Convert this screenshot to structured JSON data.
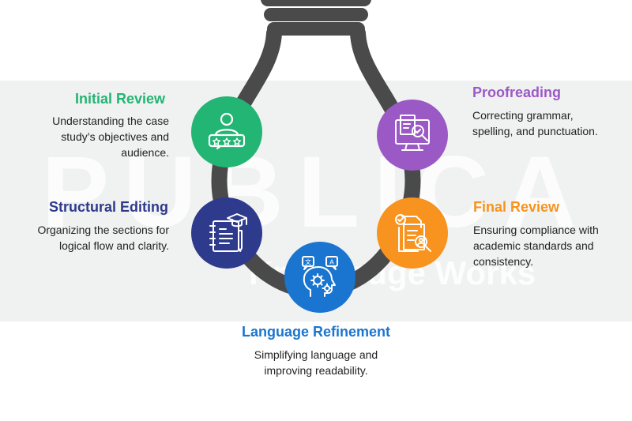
{
  "watermark": {
    "main": "PUBLICA",
    "sub": "Knowledge Works"
  },
  "colors": {
    "initial": "#22b573",
    "structural": "#2e3a8c",
    "language": "#1a75d1",
    "final": "#f7931e",
    "proofreading": "#9b59c6",
    "bulb": "#4a4a4a"
  },
  "steps": {
    "initial": {
      "title": "Initial Review",
      "desc": "Understanding the case study’s objectives and audience.",
      "icon": "review-rating-icon"
    },
    "structural": {
      "title": "Structural Editing",
      "desc": "Organizing the sections for logical flow and clarity.",
      "icon": "notebook-graduation-icon"
    },
    "language": {
      "title": "Language Refinement",
      "desc": "Simplifying language and improving readability.",
      "icon": "head-gears-translate-icon"
    },
    "final": {
      "title": "Final Review",
      "desc": "Ensuring compliance with academic standards and consistency.",
      "icon": "documents-search-check-icon"
    },
    "proofreading": {
      "title": "Proofreading",
      "desc": "Correcting grammar, spelling, and punctuation.",
      "icon": "monitor-document-search-icon"
    }
  }
}
